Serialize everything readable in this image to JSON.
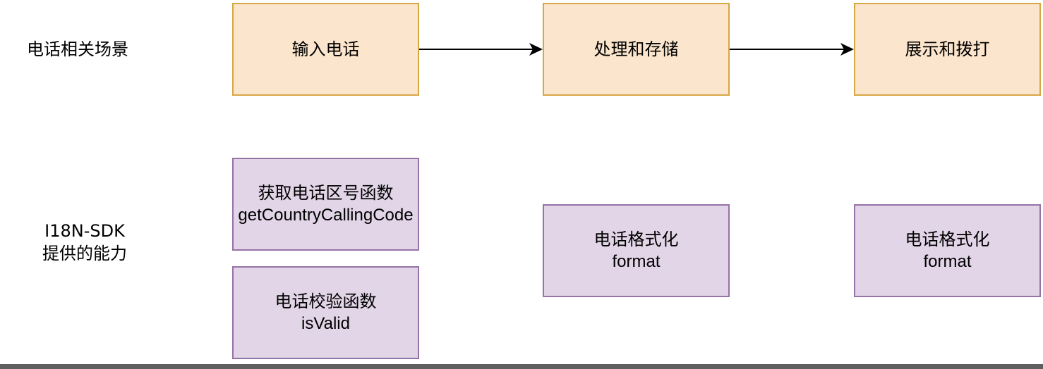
{
  "rows": {
    "scenario": {
      "label": "电话相关场景"
    },
    "sdk": {
      "label_line1": "I18N-SDK",
      "label_line2": "提供的能力"
    }
  },
  "steps": {
    "input": {
      "label": "输入电话"
    },
    "process": {
      "label": "处理和存储"
    },
    "display": {
      "label": "展示和拨打"
    }
  },
  "capabilities": {
    "get_code": {
      "line1": "获取电话区号函数",
      "line2": "getCountryCallingCode"
    },
    "is_valid": {
      "line1": "电话校验函数",
      "line2": "isValid"
    },
    "format_process": {
      "line1": "电话格式化",
      "line2": "format"
    },
    "format_display": {
      "line1": "电话格式化",
      "line2": "format"
    }
  },
  "colors": {
    "step_fill": "#fbe5cd",
    "step_border": "#d6a743",
    "capability_fill": "#e1d5e7",
    "capability_border": "#9673a6"
  }
}
